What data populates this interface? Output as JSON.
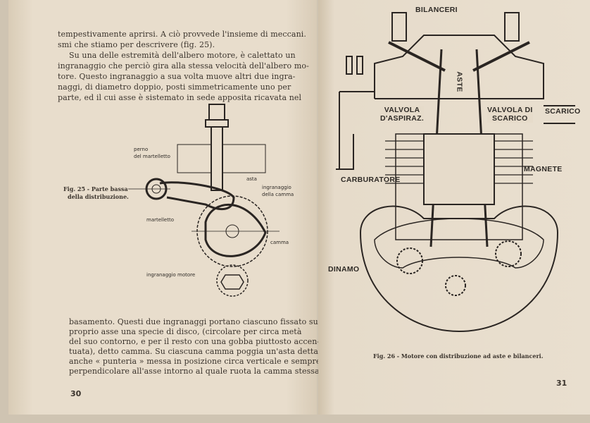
{
  "left_page": {
    "top_text": [
      "tempestivamente aprirsi. A ciò provvede l'insieme di meccani.",
      "smi che stiamo per descrivere (fig. 25).",
      "Su una delle estremità dell'albero motore, è calettato un",
      "ingranaggio che perciò gira alla stessa velocità dell'albero mo-",
      "tore. Questo ingranaggio a sua volta muove altri due ingra-",
      "naggi, di diametro doppio, posti simmetricamente uno per",
      "parte, ed il cui asse è sistemato in sede apposita ricavata nel"
    ],
    "figure": {
      "caption_line1": "Fig. 25 - Parte bassa",
      "caption_line2": "della distribuzione.",
      "labels": {
        "perno1": "perno",
        "perno2": "del martelletto",
        "asta": "asta",
        "ingr_camma1": "ingranaggio",
        "ingr_camma2": "della camma",
        "martelletto": "martelletto",
        "camma": "camma",
        "ingr_motore": "ingranaggio motore"
      }
    },
    "bottom_text": [
      "basamento. Questi due ingranaggi portano ciascuno fissato sul",
      "proprio asse una specie di disco, (circolare per circa metà",
      "del suo contorno, e per il resto con una gobba piuttosto accen-",
      "tuata), detto camma. Su ciascuna camma poggia un'asta detta",
      "anche « punteria » messa in posizione circa verticale e sempre",
      "perpendicolare all'asse intorno al quale ruota la camma stessa."
    ],
    "page_number": "30"
  },
  "right_page": {
    "figure": {
      "labels": {
        "bilanceri": "BILANCERI",
        "aste": "ASTE",
        "valvola_asp1": "VALVOLA",
        "valvola_asp2": "D'ASPIRAZ.",
        "valvola_sc1": "VALVOLA DI",
        "valvola_sc2": "SCARICO",
        "scarico": "SCARICO",
        "carburatore": "CARBURATORE",
        "magnete": "MAGNETE",
        "dinamo": "DINAMO"
      },
      "caption": "Fig. 26 - Motore con distribuzione ad aste e bilanceri."
    },
    "page_number": "31"
  }
}
